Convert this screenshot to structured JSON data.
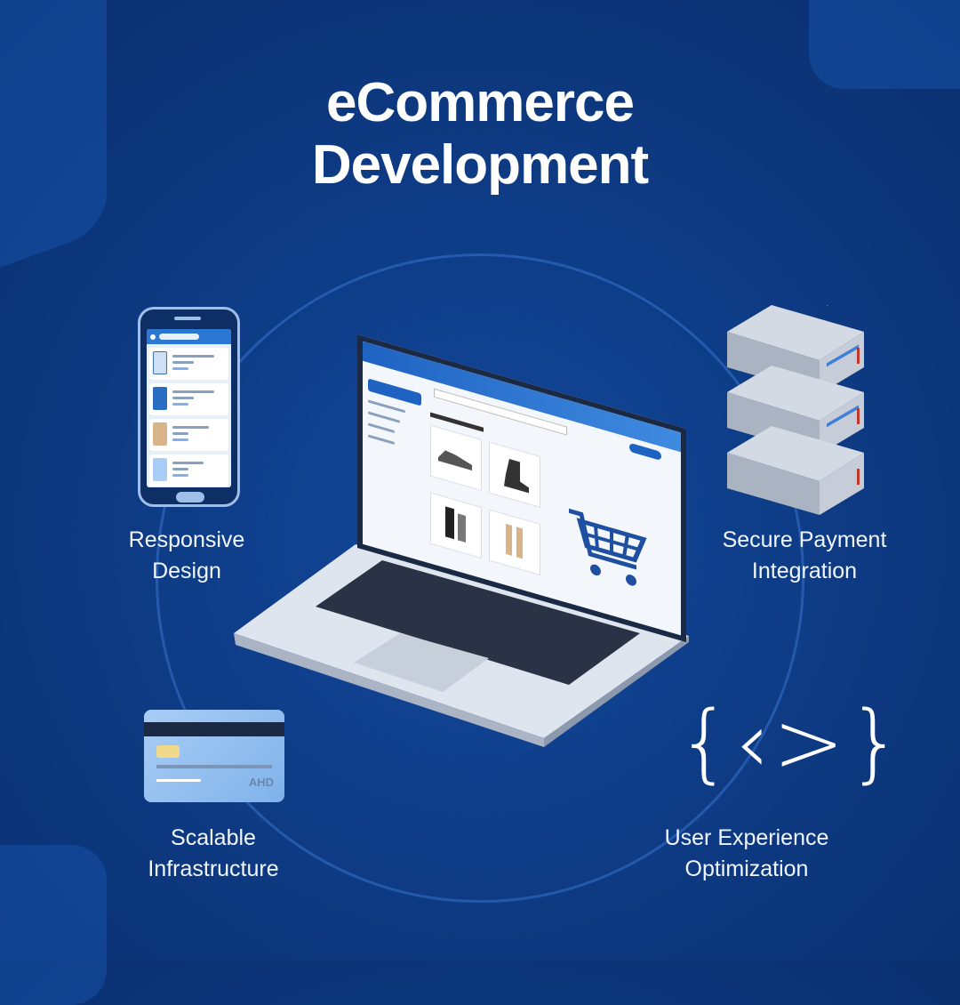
{
  "title": {
    "line1": "eCommerce",
    "line2": "Development"
  },
  "features": [
    {
      "line1": "Responsive",
      "line2": "Design",
      "icon": "smartphone-icon"
    },
    {
      "line1": "Secure Payment",
      "line2": "Integration",
      "icon": "server-stack-icon"
    },
    {
      "line1": "Scalable",
      "line2": "Infrastructure",
      "icon": "credit-card-icon"
    },
    {
      "line1": "User Experience",
      "line2": "Optimization",
      "icon": "code-brackets-icon"
    }
  ],
  "card": {
    "brand": "AHD"
  },
  "code_icon": {
    "text": "{‹>}"
  },
  "colors": {
    "background": "#0e3c86",
    "accent": "#2a77d4",
    "cart": "#1f4fa0"
  }
}
